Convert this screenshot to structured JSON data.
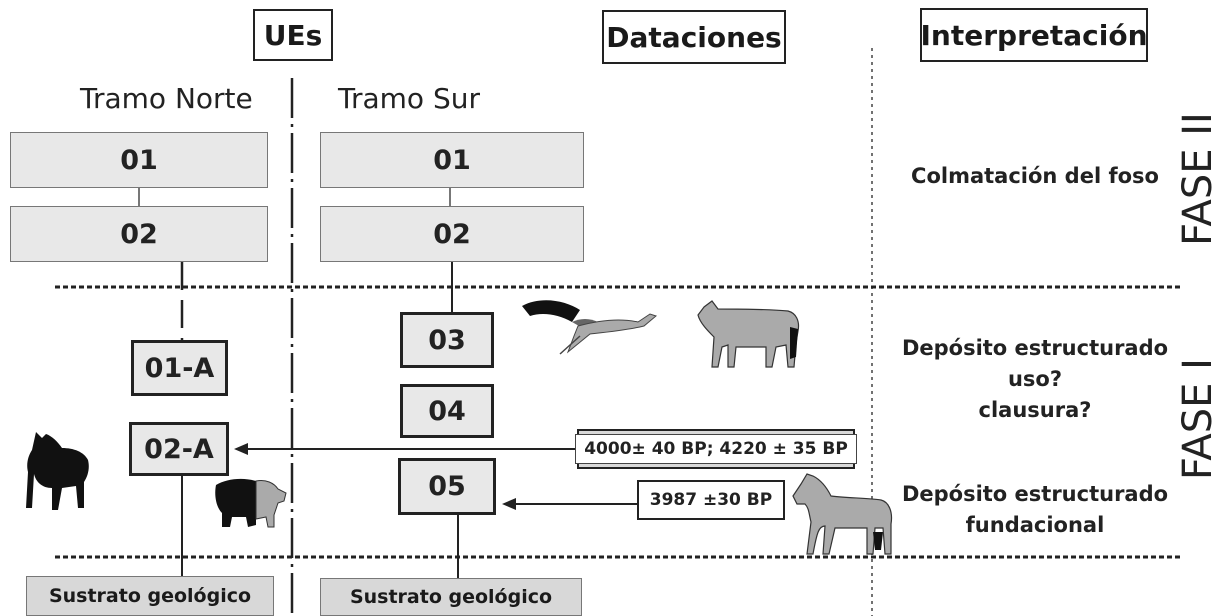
{
  "headers": {
    "ues": "UEs",
    "dataciones": "Dataciones",
    "interpretacion": "Interpretación"
  },
  "columns": {
    "norte": "Tramo Norte",
    "sur": "Tramo Sur"
  },
  "units": {
    "norte_01": "01",
    "norte_02": "02",
    "sur_01": "01",
    "sur_02": "02",
    "sur_03": "03",
    "norte_01a": "01-A",
    "sur_04": "04",
    "norte_02a": "02-A",
    "sur_05": "05",
    "sustrato_norte": "Sustrato geológico",
    "sustrato_sur": "Sustrato geológico"
  },
  "dates": {
    "date1": "4000± 40 BP; 4220 ± 35 BP",
    "date2": "3987 ±30 BP"
  },
  "interpretation": {
    "colmatacion": "Colmatación del foso",
    "deposito_line1": "Depósito estructurado",
    "deposito_line2": "uso?",
    "deposito_line3": "clausura?",
    "fundacional_line1": "Depósito estructurado",
    "fundacional_line2": "fundacional"
  },
  "phases": {
    "fase2": "FASE II",
    "fase1": "FASE I"
  },
  "icons": [
    "bird-icon",
    "cow-icon",
    "dog-icon",
    "pig-icon",
    "horse-icon"
  ]
}
